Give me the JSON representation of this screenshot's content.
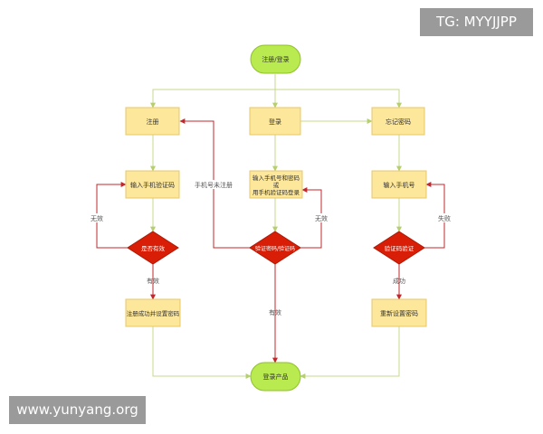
{
  "watermarks": {
    "top": "TG: MYYJJPP",
    "bottom": "www.yunyang.org"
  },
  "colors": {
    "terminal_fill": "#b9ea4f",
    "terminal_stroke": "#8fc22a",
    "process_fill": "#fde79a",
    "process_stroke": "#e8c76a",
    "decision_fill": "#d81e06",
    "flow_green": "#c5d98b",
    "flow_red": "#c0282e",
    "flow_gray": "#b5bda0"
  },
  "nodes": {
    "start": "注册/登录",
    "register": "注册",
    "login": "登录",
    "forgot": "忘记密码",
    "reg_input": "输入手机验证码",
    "login_input_1": "输入手机号和密码",
    "login_input_2": "或",
    "login_input_3": "用手机验证码登录",
    "forgot_input": "输入手机号",
    "reg_check": "是否有效",
    "login_check": "验证密码/验证码",
    "forgot_check": "验证码验证",
    "reg_done": "注册成功并设置密码",
    "reset": "重新设置密码",
    "end": "登录产品"
  },
  "edge_labels": {
    "reg_invalid": "无效",
    "reg_valid": "有效",
    "not_registered": "手机号未注册",
    "login_invalid": "无效",
    "login_valid": "有效",
    "forgot_fail": "失败",
    "forgot_success": "成功"
  }
}
